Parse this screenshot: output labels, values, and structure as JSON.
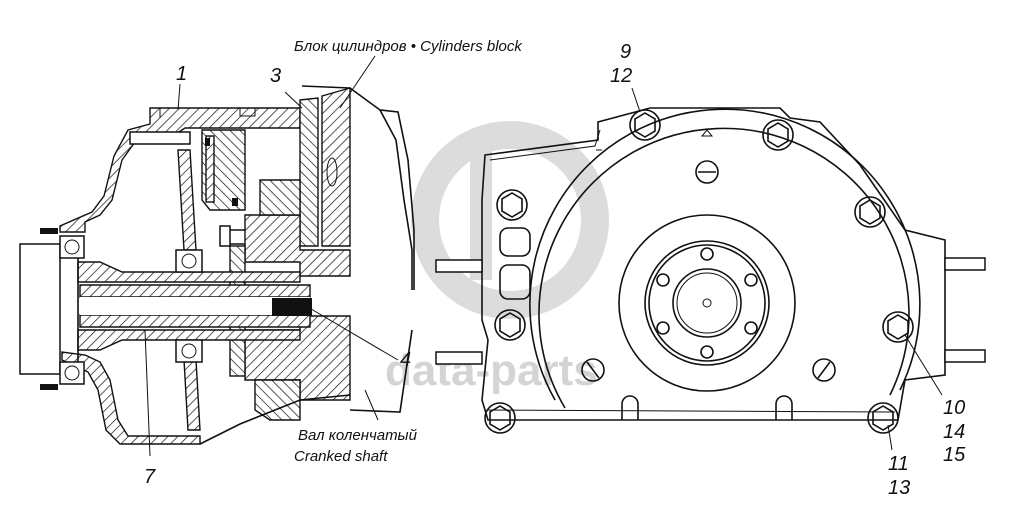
{
  "diagram": {
    "callouts": {
      "c1": "1",
      "c3": "3",
      "c4": "4",
      "c7": "7",
      "c9": "9",
      "c12": "12",
      "c10": "10",
      "c14": "14",
      "c15": "15",
      "c11": "11",
      "c13": "13"
    },
    "captions": {
      "cylinders_block": "Блок цилиндров • Cylinders block",
      "crankshaft_ru": "Вал коленчатый",
      "crankshaft_en": "Cranked shaft"
    },
    "watermark": "data-parts",
    "colors": {
      "line": "#111111",
      "watermark": "#d4d4d4",
      "background": "#ffffff"
    }
  }
}
